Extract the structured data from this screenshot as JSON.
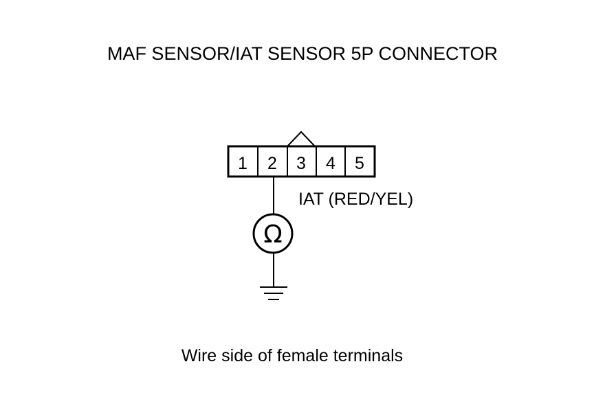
{
  "title": "MAF SENSOR/IAT SENSOR 5P CONNECTOR",
  "connector": {
    "pins": [
      "1",
      "2",
      "3",
      "4",
      "5"
    ],
    "connected_pin": "2"
  },
  "wire_label": "IAT (RED/YEL)",
  "meter_symbol": "Ω",
  "caption": "Wire side of female terminals",
  "icons": {
    "meter": "ohmmeter-icon",
    "ground": "ground-icon",
    "lock_tab": "connector-lock-tab-icon"
  }
}
